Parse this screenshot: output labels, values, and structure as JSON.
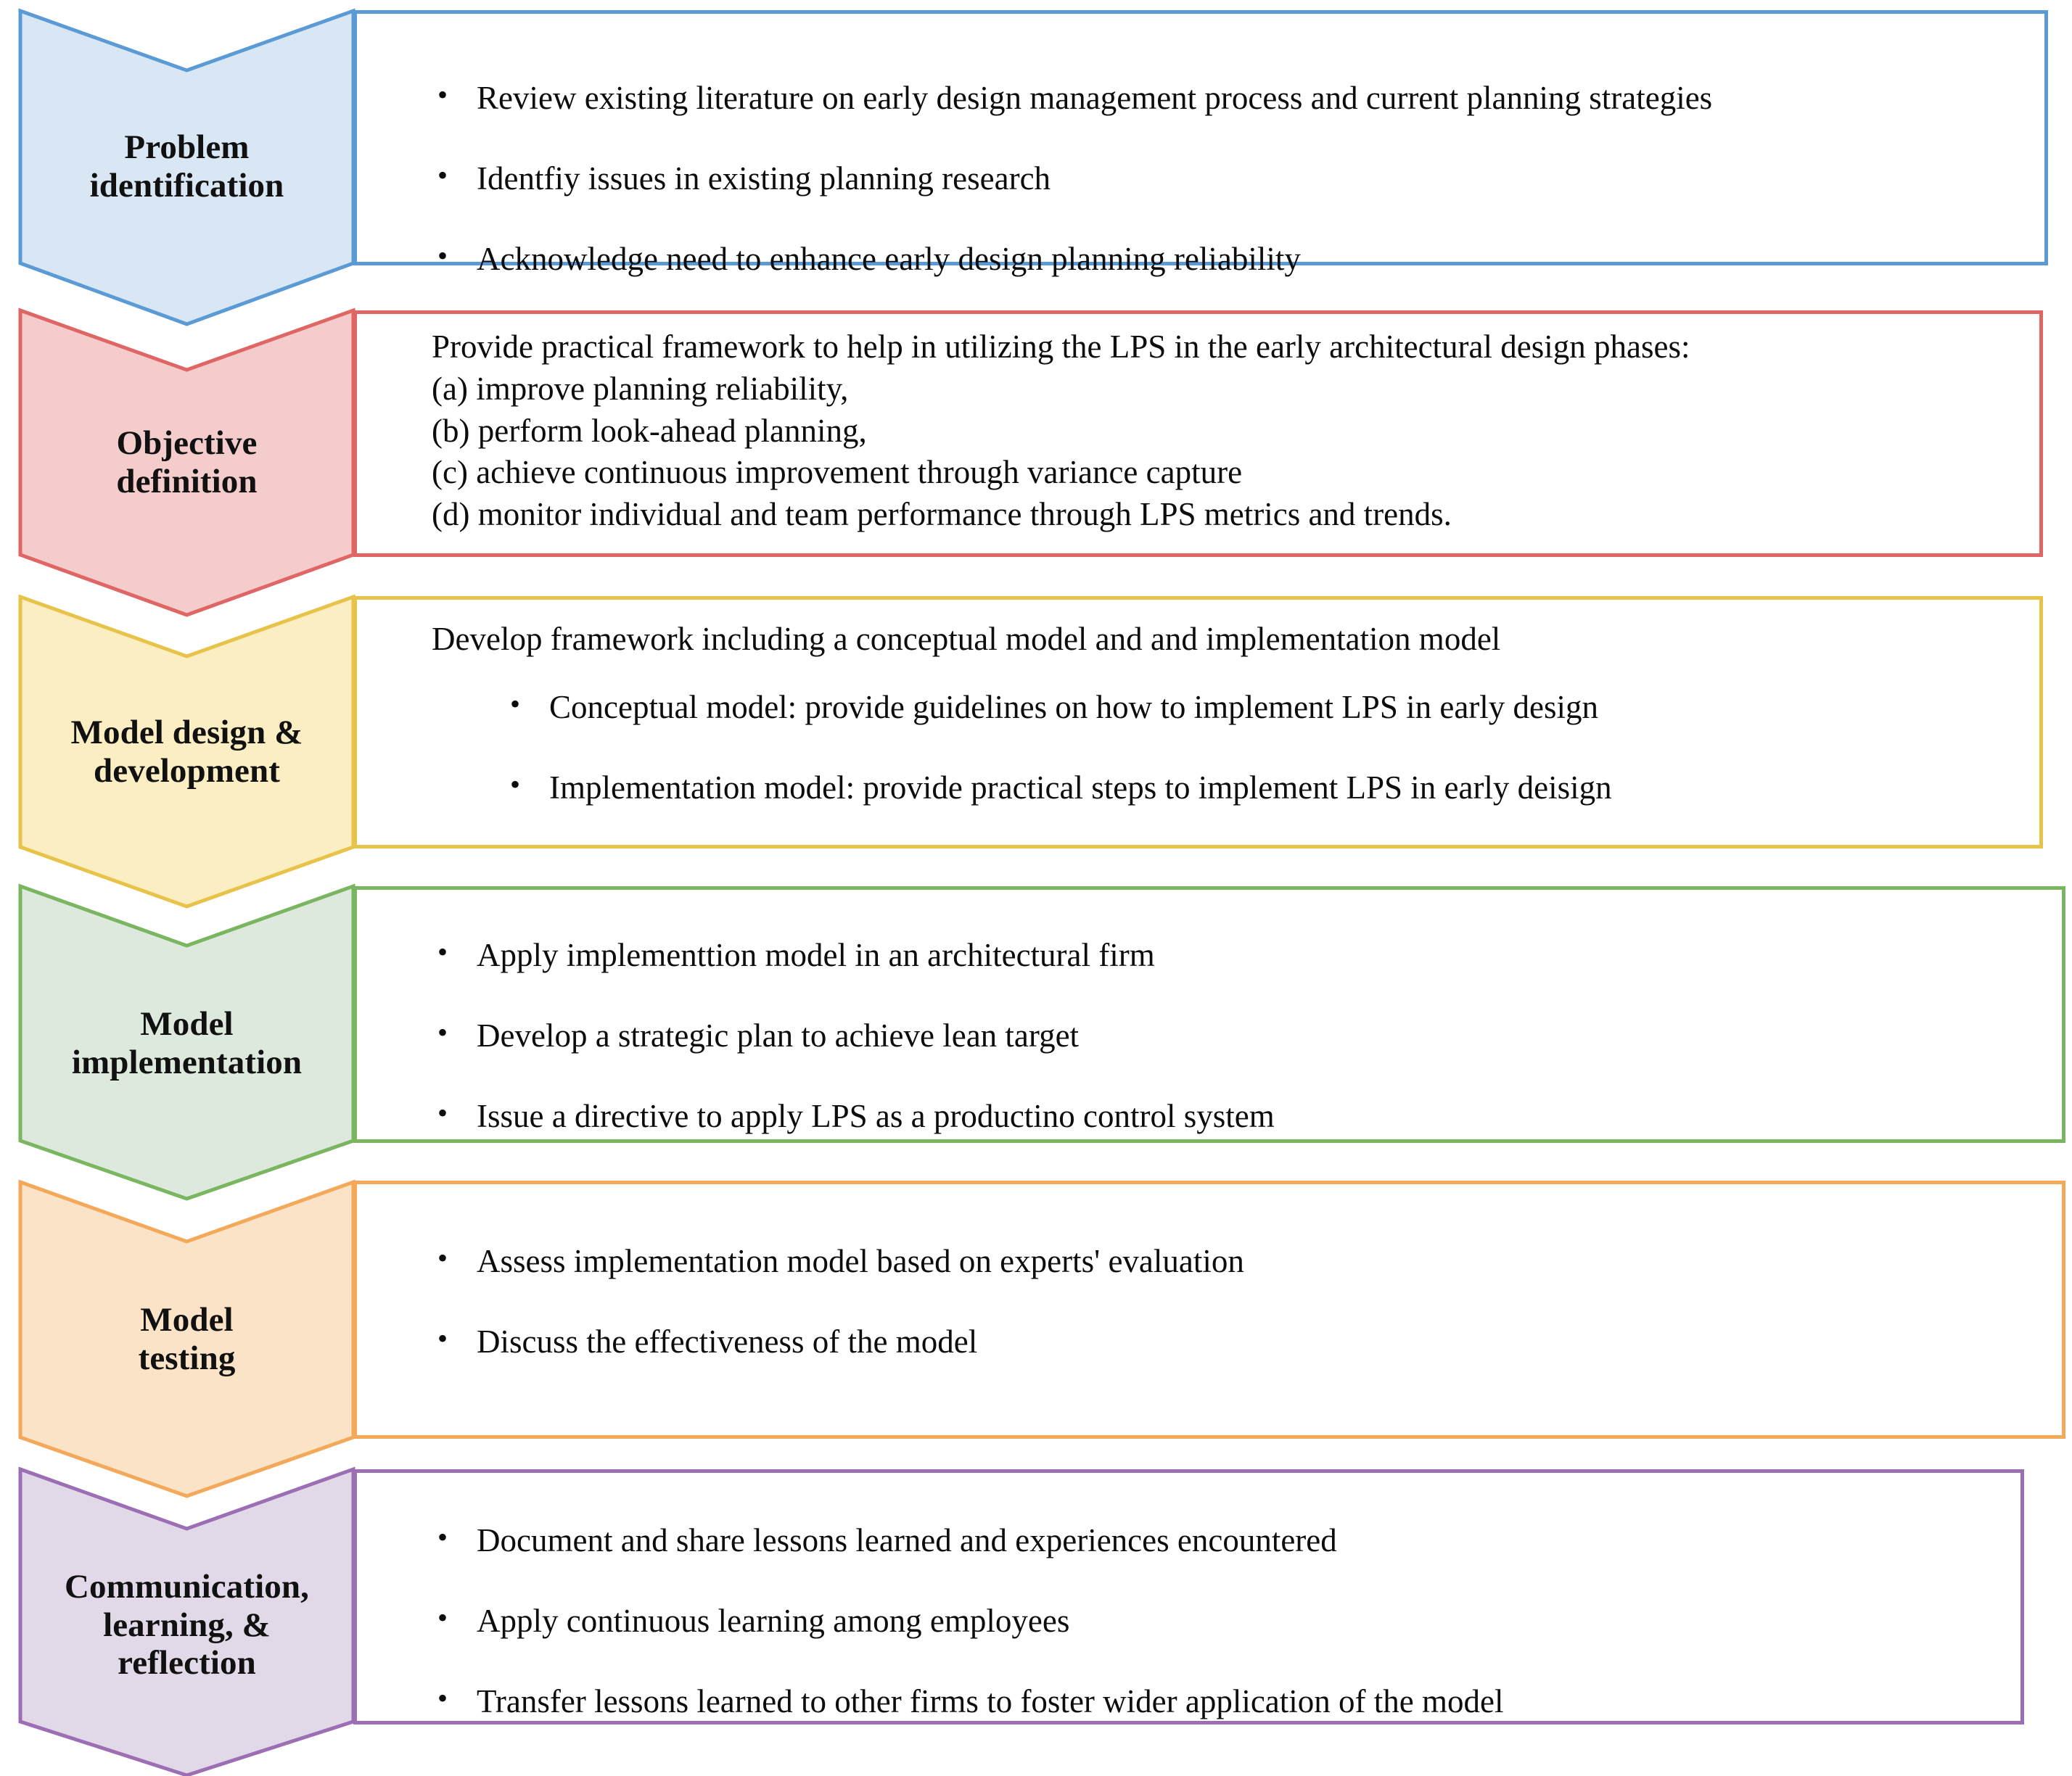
{
  "diagram": {
    "title": "Research methodology stages",
    "type": "process-flow-chevrons",
    "stages": [
      {
        "id": "problem-identification",
        "label_lines": [
          "Problem",
          "identification"
        ],
        "fill": "#d9e7f5",
        "stroke": "#5b9bd5",
        "body": {
          "lead": "",
          "bullets": [
            "Review existing literature on early design management process and current planning strategies",
            "Identfiy issues in existing planning research",
            "Acknowledge need to enhance early design planning reliability"
          ],
          "lines": []
        }
      },
      {
        "id": "objective-definition",
        "label_lines": [
          "Objective",
          "definition"
        ],
        "fill": "#f4cccc",
        "stroke": "#e06666",
        "body": {
          "lead": "",
          "bullets": [],
          "lines": [
            "Provide practical framework to help in utilizing the LPS in the early architectural design phases:",
            "(a) improve planning reliability,",
            "(b) perform look-ahead planning,",
            "(c) achieve continuous improvement through variance capture",
            "(d) monitor individual and team performance through LPS metrics and trends."
          ]
        }
      },
      {
        "id": "model-design-development",
        "label_lines": [
          "Model design &",
          "development"
        ],
        "fill": "#fbeec2",
        "stroke": "#e8c34a",
        "body": {
          "lead": "Develop framework including a conceptual model and and implementation model",
          "bullets": [
            "Conceptual model: provide guidelines on how to implement LPS in early design",
            "Implementation model: provide practical steps to implement LPS in early deisign"
          ],
          "lines": []
        }
      },
      {
        "id": "model-implementation",
        "label_lines": [
          "Model",
          "implementation"
        ],
        "fill": "#dce9dc",
        "stroke": "#7ab560",
        "body": {
          "lead": "",
          "bullets": [
            "Apply implementtion model in an architectural firm",
            "Develop a strategic plan to achieve lean target",
            "Issue a directive to apply LPS as a productino control system"
          ],
          "lines": []
        }
      },
      {
        "id": "model-testing",
        "label_lines": [
          "Model",
          "testing"
        ],
        "fill": "#fae3c6",
        "stroke": "#f4a85a",
        "body": {
          "lead": "",
          "bullets": [
            "Assess implementation model based on experts' evaluation",
            "Discuss the effectiveness of the model"
          ],
          "lines": []
        }
      },
      {
        "id": "communication-learning-reflection",
        "label_lines": [
          "Communication,",
          "learning, &",
          "reflection"
        ],
        "fill": "#e2d9e8",
        "stroke": "#9c6fb4",
        "body": {
          "lead": "",
          "bullets": [
            "Document and share lessons learned and experiences encountered",
            "Apply continuous learning among employees",
            "Transfer lessons learned to other firms to foster wider application of the model"
          ],
          "lines": []
        }
      }
    ]
  }
}
